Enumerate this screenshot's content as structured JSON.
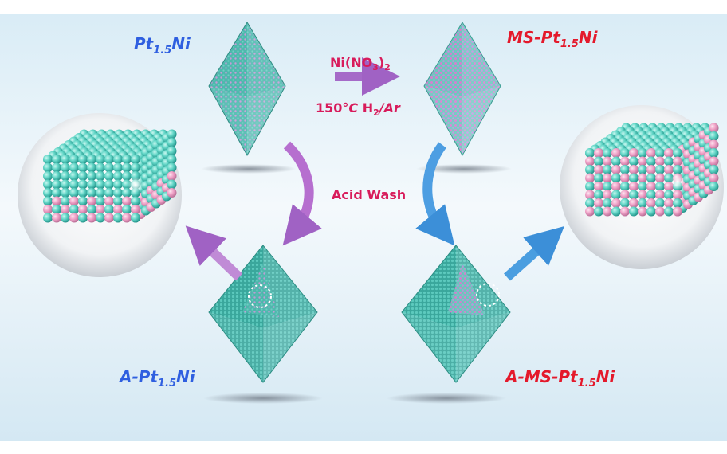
{
  "labels": {
    "top_left": {
      "main": "Pt",
      "sub": "1.5",
      "tail": "Ni"
    },
    "top_right": {
      "prefix": "MS-Pt",
      "sub": "1.5",
      "tail": "Ni"
    },
    "bottom_left": {
      "prefix": "A-Pt",
      "sub": "1.5",
      "tail": "Ni"
    },
    "bottom_right": {
      "prefix": "A-MS-Pt",
      "sub": "1.5",
      "tail": "Ni"
    }
  },
  "conditions": {
    "reagent": {
      "main": "Ni(NO",
      "sub1": "3",
      "mid": ")",
      "sub2": "2"
    },
    "temperature": {
      "main": "150",
      "deg": "°C",
      "gas1": " H",
      "sub": "2",
      "gas2": "/Ar"
    },
    "acid_wash": "Acid Wash"
  },
  "colors": {
    "label_blue": "#2f5fe0",
    "label_red": "#e4192b",
    "condition_text": "#d81b5b",
    "arrow_purple": "#b06ac8",
    "arrow_blue": "#4a9ee0",
    "teal_atom": "#5fd3c4",
    "pink_atom": "#f0a3c8",
    "background_band": "#eaf4fb"
  }
}
